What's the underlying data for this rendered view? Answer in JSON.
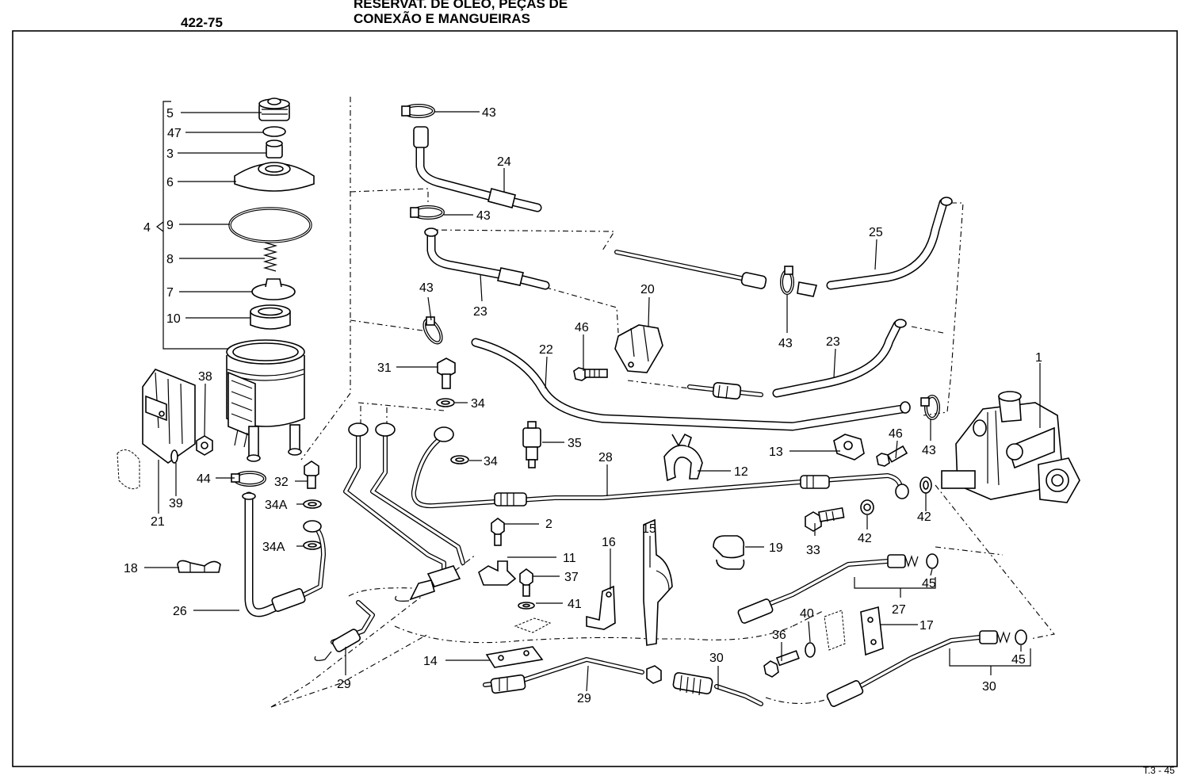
{
  "header": {
    "page_code": "422-75",
    "title_line1": "RESERVAT. DE ÓLEO, PEÇAS DE",
    "title_line2": "CONEXÃO E MANGUEIRAS"
  },
  "callouts": {
    "c5": "5",
    "c47": "47",
    "c3": "3",
    "c6": "6",
    "c4": "4",
    "c9": "9",
    "c8": "8",
    "c7": "7",
    "c10": "10",
    "c38": "38",
    "c44": "44",
    "c32": "32",
    "c34a_1": "34A",
    "c34a_2": "34A",
    "c21": "21",
    "c39": "39",
    "c18": "18",
    "c26": "26",
    "c43_1": "43",
    "c24": "24",
    "c43_2": "43",
    "c23_1": "23",
    "c43_3": "43",
    "c31": "31",
    "c34_1": "34",
    "c35": "35",
    "c34_2": "34",
    "c22": "22",
    "c46_1": "46",
    "c20": "20",
    "c25": "25",
    "c43_4": "43",
    "c23_2": "23",
    "c1": "1",
    "c43_5": "43",
    "c13": "13",
    "c46_2": "46",
    "c12": "12",
    "c28": "28",
    "c2": "2",
    "c11": "11",
    "c37": "37",
    "c41": "41",
    "c16": "16",
    "c15": "15",
    "c19": "19",
    "c33": "33",
    "c42_1": "42",
    "c42_2": "42",
    "c27": "27",
    "c45_1": "45",
    "c17": "17",
    "c40": "40",
    "c36": "36",
    "c14": "14",
    "c29_1": "29",
    "c29_2": "29",
    "c30_1": "30",
    "c30_2": "30",
    "c45_2": "45"
  },
  "footer": {
    "page_mark": "T.3 - 45"
  }
}
